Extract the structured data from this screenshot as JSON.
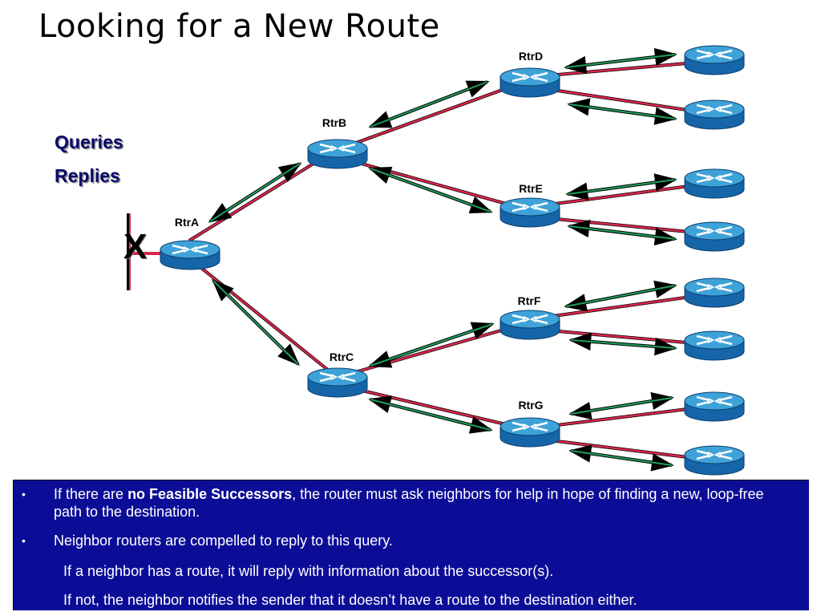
{
  "title": "Looking for a New Route",
  "legend": {
    "queries": "Queries",
    "replies": "Replies"
  },
  "failure_mark": "X",
  "routers": {
    "a": "RtrA",
    "b": "RtrB",
    "c": "RtrC",
    "d": "RtrD",
    "e": "RtrE",
    "f": "RtrF",
    "g": "RtrG"
  },
  "colors": {
    "query_link": "#d9264a",
    "reply_arrow": "#1f9e5a",
    "router_body": "#1e78b8",
    "router_top": "#3ea2d8",
    "notes_bg": "#0c0d97"
  },
  "notes": {
    "bullet1_before": "If there are ",
    "bullet1_bold": "no Feasible Successors",
    "bullet1_after": ", the router must ask neighbors for help in hope of finding a new, loop-free path to the destination.",
    "bullet2": "Neighbor routers are compelled to reply to this query.",
    "sub1": "If a neighbor has a route, it will reply with information about the successor(s).",
    "sub2": "If not, the neighbor notifies the sender that it doesn’t have a route to the destination either."
  }
}
